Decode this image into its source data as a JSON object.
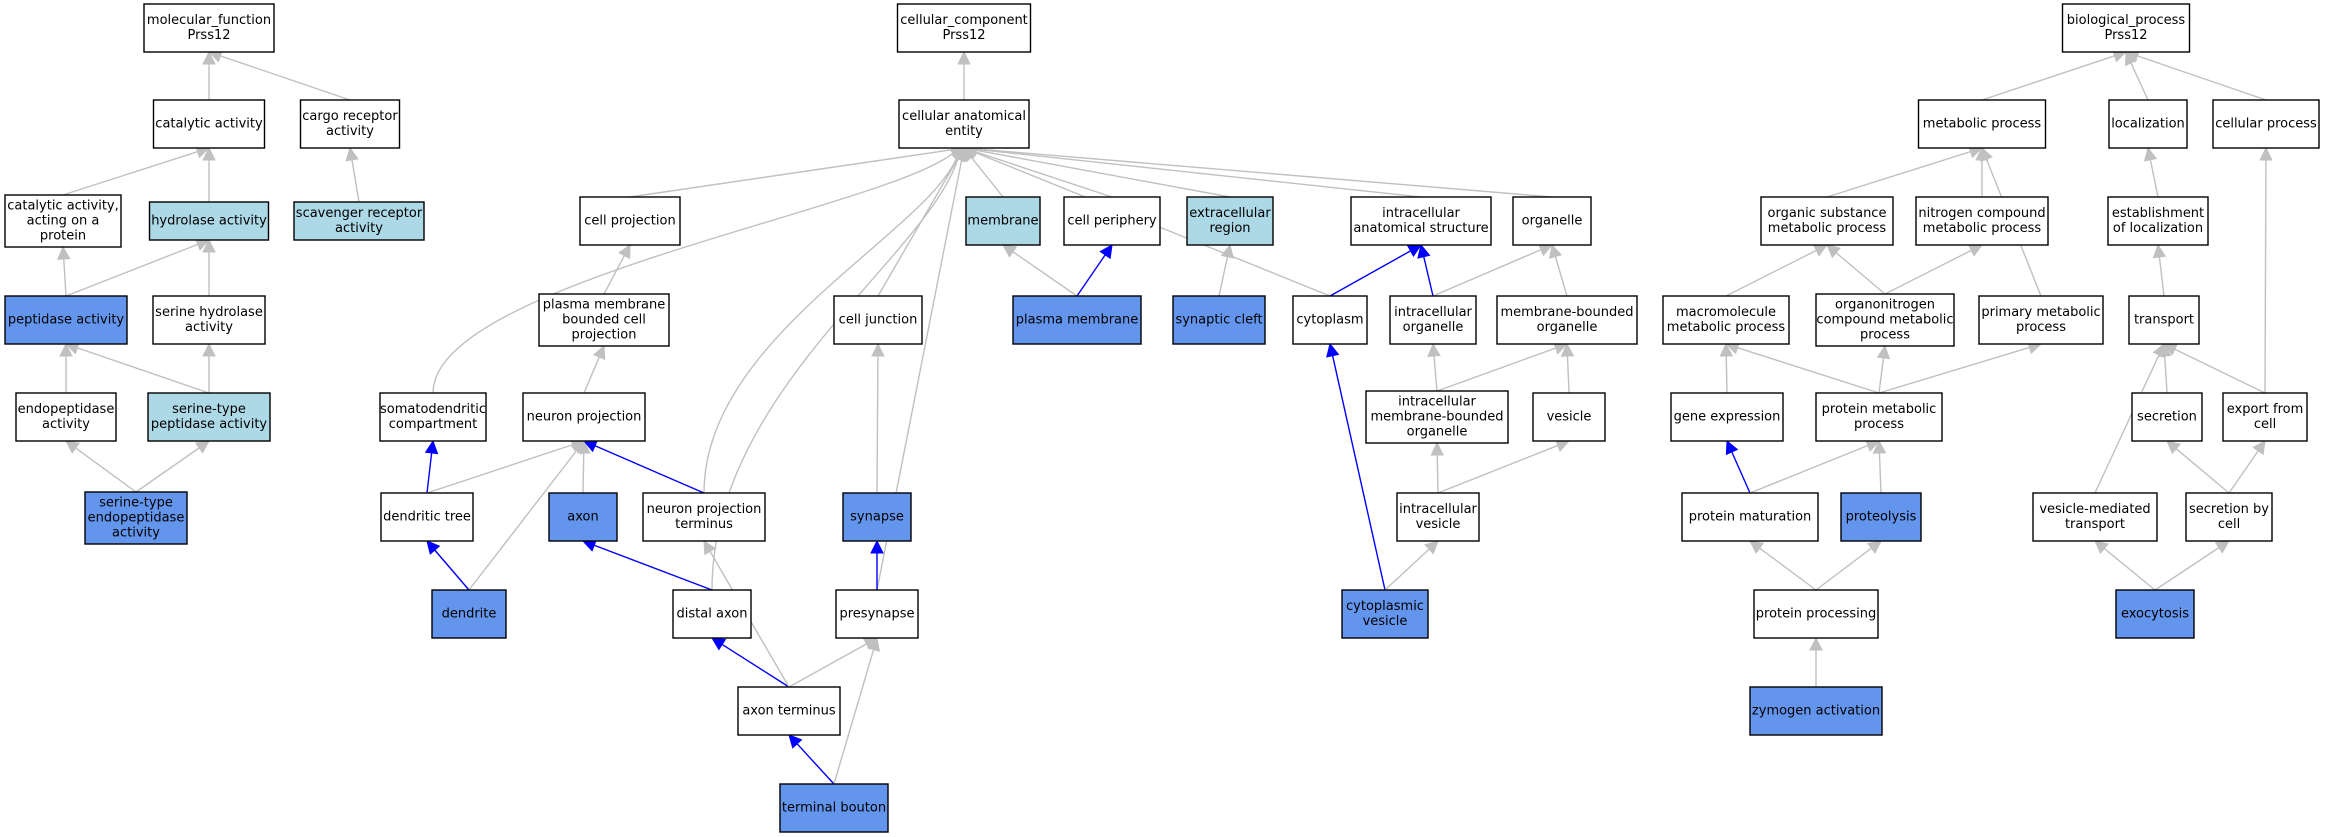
{
  "colors": {
    "default": "#ffffff",
    "light": "#add8e6",
    "blue": "#6495ed",
    "gray_edge": "#c0c0c0",
    "blue_edge": "#0000ff"
  },
  "nodes": [
    {
      "id": "mf",
      "lines": [
        "molecular_function",
        "Prss12"
      ],
      "fill": "default"
    },
    {
      "id": "catalytic",
      "lines": [
        "catalytic activity"
      ],
      "fill": "default"
    },
    {
      "id": "cargo",
      "lines": [
        "cargo receptor",
        "activity"
      ],
      "fill": "default"
    },
    {
      "id": "cat_protein",
      "lines": [
        "catalytic activity,",
        "acting on a",
        "protein"
      ],
      "fill": "default"
    },
    {
      "id": "hydrolase",
      "lines": [
        "hydrolase activity"
      ],
      "fill": "light"
    },
    {
      "id": "scavenger",
      "lines": [
        "scavenger receptor",
        "activity"
      ],
      "fill": "light"
    },
    {
      "id": "peptidase",
      "lines": [
        "peptidase activity"
      ],
      "fill": "blue"
    },
    {
      "id": "serine_hydro",
      "lines": [
        "serine hydrolase",
        "activity"
      ],
      "fill": "default"
    },
    {
      "id": "endopeptidase",
      "lines": [
        "endopeptidase",
        "activity"
      ],
      "fill": "default"
    },
    {
      "id": "serine_pept",
      "lines": [
        "serine-type",
        "peptidase activity"
      ],
      "fill": "light"
    },
    {
      "id": "serine_endo",
      "lines": [
        "serine-type",
        "endopeptidase",
        "activity"
      ],
      "fill": "blue"
    },
    {
      "id": "cc",
      "lines": [
        "cellular_component",
        "Prss12"
      ],
      "fill": "default"
    },
    {
      "id": "cae",
      "lines": [
        "cellular anatomical",
        "entity"
      ],
      "fill": "default"
    },
    {
      "id": "cell_proj",
      "lines": [
        "cell projection"
      ],
      "fill": "default"
    },
    {
      "id": "membrane",
      "lines": [
        "membrane"
      ],
      "fill": "light"
    },
    {
      "id": "cell_periph",
      "lines": [
        "cell periphery"
      ],
      "fill": "default"
    },
    {
      "id": "extracell",
      "lines": [
        "extracellular",
        "region"
      ],
      "fill": "light"
    },
    {
      "id": "intra_anat",
      "lines": [
        "intracellular",
        "anatomical structure"
      ],
      "fill": "default"
    },
    {
      "id": "organelle",
      "lines": [
        "organelle"
      ],
      "fill": "default"
    },
    {
      "id": "pm_bounded",
      "lines": [
        "plasma membrane",
        "bounded cell",
        "projection"
      ],
      "fill": "default"
    },
    {
      "id": "cell_junction",
      "lines": [
        "cell junction"
      ],
      "fill": "default"
    },
    {
      "id": "plasma_mem",
      "lines": [
        "plasma membrane"
      ],
      "fill": "blue"
    },
    {
      "id": "syn_cleft",
      "lines": [
        "synaptic cleft"
      ],
      "fill": "blue"
    },
    {
      "id": "cytoplasm",
      "lines": [
        "cytoplasm"
      ],
      "fill": "default"
    },
    {
      "id": "intra_org",
      "lines": [
        "intracellular",
        "organelle"
      ],
      "fill": "default"
    },
    {
      "id": "mem_bounded",
      "lines": [
        "membrane-bounded",
        "organelle"
      ],
      "fill": "default"
    },
    {
      "id": "somato",
      "lines": [
        "somatodendritic",
        "compartment"
      ],
      "fill": "default"
    },
    {
      "id": "neuron_proj",
      "lines": [
        "neuron projection"
      ],
      "fill": "default"
    },
    {
      "id": "intra_mem_org",
      "lines": [
        "intracellular",
        "membrane-bounded",
        "organelle"
      ],
      "fill": "default"
    },
    {
      "id": "vesicle",
      "lines": [
        "vesicle"
      ],
      "fill": "default"
    },
    {
      "id": "dendritic_tree",
      "lines": [
        "dendritic tree"
      ],
      "fill": "default"
    },
    {
      "id": "axon",
      "lines": [
        "axon"
      ],
      "fill": "blue"
    },
    {
      "id": "np_terminus",
      "lines": [
        "neuron projection",
        "terminus"
      ],
      "fill": "default"
    },
    {
      "id": "synapse",
      "lines": [
        "synapse"
      ],
      "fill": "blue"
    },
    {
      "id": "intra_vesicle",
      "lines": [
        "intracellular",
        "vesicle"
      ],
      "fill": "default"
    },
    {
      "id": "dendrite",
      "lines": [
        "dendrite"
      ],
      "fill": "blue"
    },
    {
      "id": "distal_axon",
      "lines": [
        "distal axon"
      ],
      "fill": "default"
    },
    {
      "id": "presynapse",
      "lines": [
        "presynapse"
      ],
      "fill": "default"
    },
    {
      "id": "cyto_vesicle",
      "lines": [
        "cytoplasmic",
        "vesicle"
      ],
      "fill": "blue"
    },
    {
      "id": "axon_term",
      "lines": [
        "axon terminus"
      ],
      "fill": "default"
    },
    {
      "id": "term_bouton",
      "lines": [
        "terminal bouton"
      ],
      "fill": "blue"
    },
    {
      "id": "bp",
      "lines": [
        "biological_process",
        "Prss12"
      ],
      "fill": "default"
    },
    {
      "id": "metabolic",
      "lines": [
        "metabolic process"
      ],
      "fill": "default"
    },
    {
      "id": "localization",
      "lines": [
        "localization"
      ],
      "fill": "default"
    },
    {
      "id": "cellular_proc",
      "lines": [
        "cellular process"
      ],
      "fill": "default"
    },
    {
      "id": "org_subst",
      "lines": [
        "organic substance",
        "metabolic process"
      ],
      "fill": "default"
    },
    {
      "id": "nitrogen",
      "lines": [
        "nitrogen compound",
        "metabolic process"
      ],
      "fill": "default"
    },
    {
      "id": "establish",
      "lines": [
        "establishment",
        "of localization"
      ],
      "fill": "default"
    },
    {
      "id": "macromol",
      "lines": [
        "macromolecule",
        "metabolic process"
      ],
      "fill": "default"
    },
    {
      "id": "organonitrogen",
      "lines": [
        "organonitrogen",
        "compound metabolic",
        "process"
      ],
      "fill": "default"
    },
    {
      "id": "primary",
      "lines": [
        "primary metabolic",
        "process"
      ],
      "fill": "default"
    },
    {
      "id": "transport",
      "lines": [
        "transport"
      ],
      "fill": "default"
    },
    {
      "id": "gene_expr",
      "lines": [
        "gene expression"
      ],
      "fill": "default"
    },
    {
      "id": "protein_met",
      "lines": [
        "protein metabolic",
        "process"
      ],
      "fill": "default"
    },
    {
      "id": "secretion",
      "lines": [
        "secretion"
      ],
      "fill": "default"
    },
    {
      "id": "export",
      "lines": [
        "export from",
        "cell"
      ],
      "fill": "default"
    },
    {
      "id": "prot_mat",
      "lines": [
        "protein maturation"
      ],
      "fill": "default"
    },
    {
      "id": "proteolysis",
      "lines": [
        "proteolysis"
      ],
      "fill": "blue"
    },
    {
      "id": "ves_transport",
      "lines": [
        "vesicle-mediated",
        "transport"
      ],
      "fill": "default"
    },
    {
      "id": "sec_by_cell",
      "lines": [
        "secretion by",
        "cell"
      ],
      "fill": "default"
    },
    {
      "id": "prot_proc",
      "lines": [
        "protein processing"
      ],
      "fill": "default"
    },
    {
      "id": "exocytosis",
      "lines": [
        "exocytosis"
      ],
      "fill": "blue"
    },
    {
      "id": "zymogen",
      "lines": [
        "zymogen activation"
      ],
      "fill": "blue"
    }
  ],
  "edges": [
    [
      "catalytic",
      "mf",
      "gray"
    ],
    [
      "cargo",
      "mf",
      "gray"
    ],
    [
      "cat_protein",
      "catalytic",
      "gray"
    ],
    [
      "hydrolase",
      "catalytic",
      "gray"
    ],
    [
      "scavenger",
      "cargo",
      "gray"
    ],
    [
      "peptidase",
      "cat_protein",
      "gray"
    ],
    [
      "peptidase",
      "hydrolase",
      "gray"
    ],
    [
      "serine_hydro",
      "hydrolase",
      "gray"
    ],
    [
      "endopeptidase",
      "peptidase",
      "gray"
    ],
    [
      "serine_pept",
      "peptidase",
      "gray"
    ],
    [
      "serine_pept",
      "serine_hydro",
      "gray"
    ],
    [
      "serine_endo",
      "endopeptidase",
      "gray"
    ],
    [
      "serine_endo",
      "serine_pept",
      "gray"
    ],
    [
      "cae",
      "cc",
      "gray"
    ],
    [
      "cell_proj",
      "cae",
      "gray"
    ],
    [
      "membrane",
      "cae",
      "gray"
    ],
    [
      "cell_periph",
      "cae",
      "gray"
    ],
    [
      "extracell",
      "cae",
      "gray"
    ],
    [
      "intra_anat",
      "cae",
      "gray"
    ],
    [
      "organelle",
      "cae",
      "gray"
    ],
    [
      "cell_junction",
      "cae",
      "gray"
    ],
    [
      "somato",
      "cae",
      "gray"
    ],
    [
      "cytoplasm",
      "cae",
      "gray"
    ],
    [
      "np_terminus",
      "cae",
      "gray"
    ],
    [
      "distal_axon",
      "cae",
      "gray"
    ],
    [
      "presynapse",
      "cae",
      "gray"
    ],
    [
      "pm_bounded",
      "cell_proj",
      "gray"
    ],
    [
      "plasma_mem",
      "membrane",
      "gray"
    ],
    [
      "plasma_mem",
      "cell_periph",
      "blue"
    ],
    [
      "syn_cleft",
      "extracell",
      "gray"
    ],
    [
      "cytoplasm",
      "intra_anat",
      "blue"
    ],
    [
      "intra_org",
      "intra_anat",
      "blue"
    ],
    [
      "intra_org",
      "organelle",
      "gray"
    ],
    [
      "mem_bounded",
      "organelle",
      "gray"
    ],
    [
      "neuron_proj",
      "pm_bounded",
      "gray"
    ],
    [
      "intra_mem_org",
      "intra_org",
      "gray"
    ],
    [
      "intra_mem_org",
      "mem_bounded",
      "gray"
    ],
    [
      "vesicle",
      "mem_bounded",
      "gray"
    ],
    [
      "dendritic_tree",
      "somato",
      "blue"
    ],
    [
      "dendritic_tree",
      "neuron_proj",
      "gray"
    ],
    [
      "axon",
      "neuron_proj",
      "gray"
    ],
    [
      "np_terminus",
      "neuron_proj",
      "blue"
    ],
    [
      "synapse",
      "cell_junction",
      "gray"
    ],
    [
      "intra_vesicle",
      "intra_mem_org",
      "gray"
    ],
    [
      "intra_vesicle",
      "vesicle",
      "gray"
    ],
    [
      "dendrite",
      "dendritic_tree",
      "blue"
    ],
    [
      "dendrite",
      "neuron_proj",
      "gray"
    ],
    [
      "distal_axon",
      "axon",
      "blue"
    ],
    [
      "presynapse",
      "synapse",
      "blue"
    ],
    [
      "cyto_vesicle",
      "cytoplasm",
      "blue"
    ],
    [
      "cyto_vesicle",
      "intra_vesicle",
      "gray"
    ],
    [
      "axon_term",
      "distal_axon",
      "blue"
    ],
    [
      "axon_term",
      "np_terminus",
      "gray"
    ],
    [
      "axon_term",
      "presynapse",
      "gray"
    ],
    [
      "term_bouton",
      "axon_term",
      "blue"
    ],
    [
      "term_bouton",
      "presynapse",
      "gray"
    ],
    [
      "metabolic",
      "bp",
      "gray"
    ],
    [
      "localization",
      "bp",
      "gray"
    ],
    [
      "cellular_proc",
      "bp",
      "gray"
    ],
    [
      "org_subst",
      "metabolic",
      "gray"
    ],
    [
      "nitrogen",
      "metabolic",
      "gray"
    ],
    [
      "primary",
      "metabolic",
      "gray"
    ],
    [
      "establish",
      "localization",
      "gray"
    ],
    [
      "macromol",
      "org_subst",
      "gray"
    ],
    [
      "organonitrogen",
      "org_subst",
      "gray"
    ],
    [
      "organonitrogen",
      "nitrogen",
      "gray"
    ],
    [
      "transport",
      "establish",
      "gray"
    ],
    [
      "gene_expr",
      "macromol",
      "gray"
    ],
    [
      "protein_met",
      "macromol",
      "gray"
    ],
    [
      "protein_met",
      "organonitrogen",
      "gray"
    ],
    [
      "protein_met",
      "primary",
      "gray"
    ],
    [
      "secretion",
      "transport",
      "gray"
    ],
    [
      "export",
      "transport",
      "gray"
    ],
    [
      "export",
      "cellular_proc",
      "gray"
    ],
    [
      "prot_mat",
      "gene_expr",
      "blue"
    ],
    [
      "prot_mat",
      "protein_met",
      "gray"
    ],
    [
      "proteolysis",
      "protein_met",
      "gray"
    ],
    [
      "ves_transport",
      "transport",
      "gray"
    ],
    [
      "sec_by_cell",
      "secretion",
      "gray"
    ],
    [
      "sec_by_cell",
      "export",
      "gray"
    ],
    [
      "prot_proc",
      "prot_mat",
      "gray"
    ],
    [
      "prot_proc",
      "proteolysis",
      "gray"
    ],
    [
      "exocytosis",
      "ves_transport",
      "gray"
    ],
    [
      "exocytosis",
      "sec_by_cell",
      "gray"
    ],
    [
      "zymogen",
      "prot_proc",
      "gray"
    ]
  ]
}
